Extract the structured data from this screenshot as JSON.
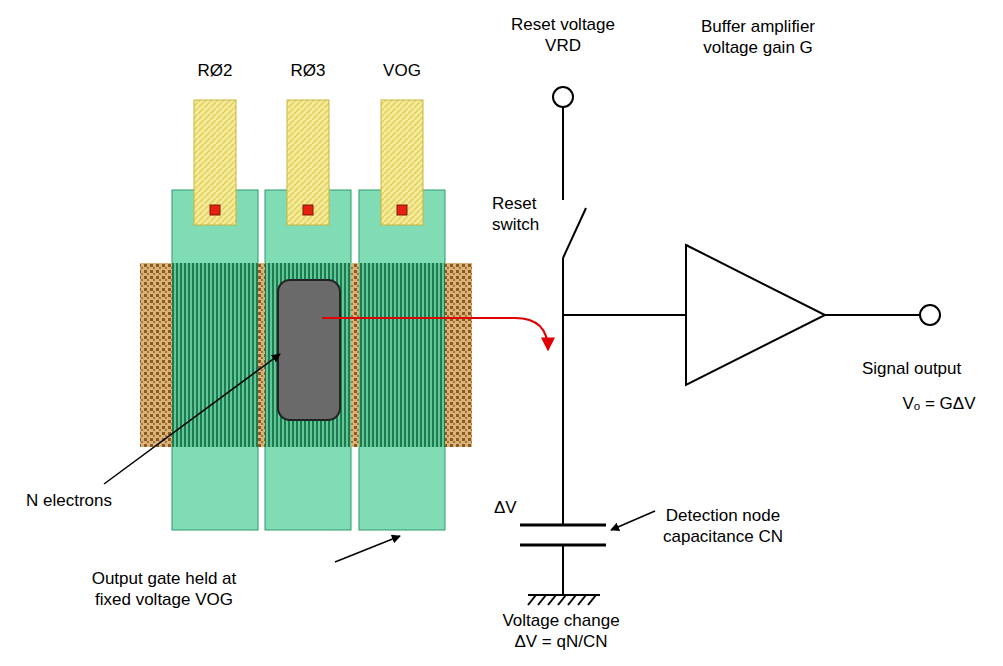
{
  "diagram": {
    "nodes": [
      {
        "text": [
          "Buffer amplifier voltage gain G"
        ]
      }
    ],
    "labels": [
      "RØ2",
      "RØ3",
      "VOG",
      "Reset voltage VRD",
      "Reset switch",
      "Signal output",
      "Vₒ = GΔV",
      "ΔV",
      "N electrons",
      "Output gate held at fixed voltage VOG",
      "Detection node capacitance CN",
      "Voltage change ΔV = qN/CN"
    ]
  }
}
